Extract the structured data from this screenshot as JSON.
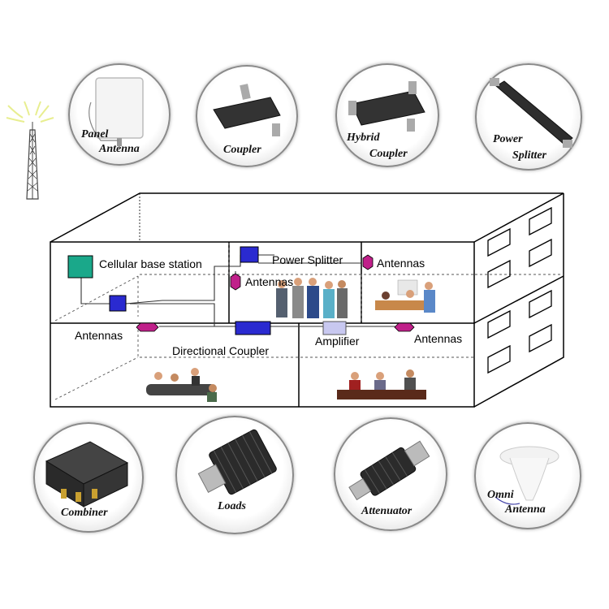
{
  "products_top": [
    {
      "name_line1": "Panel",
      "name_line2": "Antenna"
    },
    {
      "name_line1": "Coupler",
      "name_line2": ""
    },
    {
      "name_line1": "Hybrid",
      "name_line2": "Coupler"
    },
    {
      "name_line1": "Power",
      "name_line2": "Splitter"
    }
  ],
  "products_bottom": [
    {
      "name_line1": "Combiner",
      "name_line2": ""
    },
    {
      "name_line1": "Loads",
      "name_line2": ""
    },
    {
      "name_line1": "Attenuator",
      "name_line2": ""
    },
    {
      "name_line1": "Omni",
      "name_line2": "Antenna"
    }
  ],
  "building": {
    "base_station_label": "Cellular base station",
    "power_splitter_label": "Power Splitter",
    "antennas_upper_right": "Antennas",
    "antennas_upper_mid": "Antennas",
    "antennas_lower_left": "Antennas",
    "directional_coupler_label": "Directional Coupler",
    "amplifier_label": "Amplifier",
    "antennas_lower_right": "Antennas"
  },
  "colors": {
    "base_station": "#1aa88a",
    "splitter_box": "#2a2ad0",
    "antenna": "#c0208a",
    "amplifier": "#c8c8f0",
    "tower": "#333333"
  }
}
